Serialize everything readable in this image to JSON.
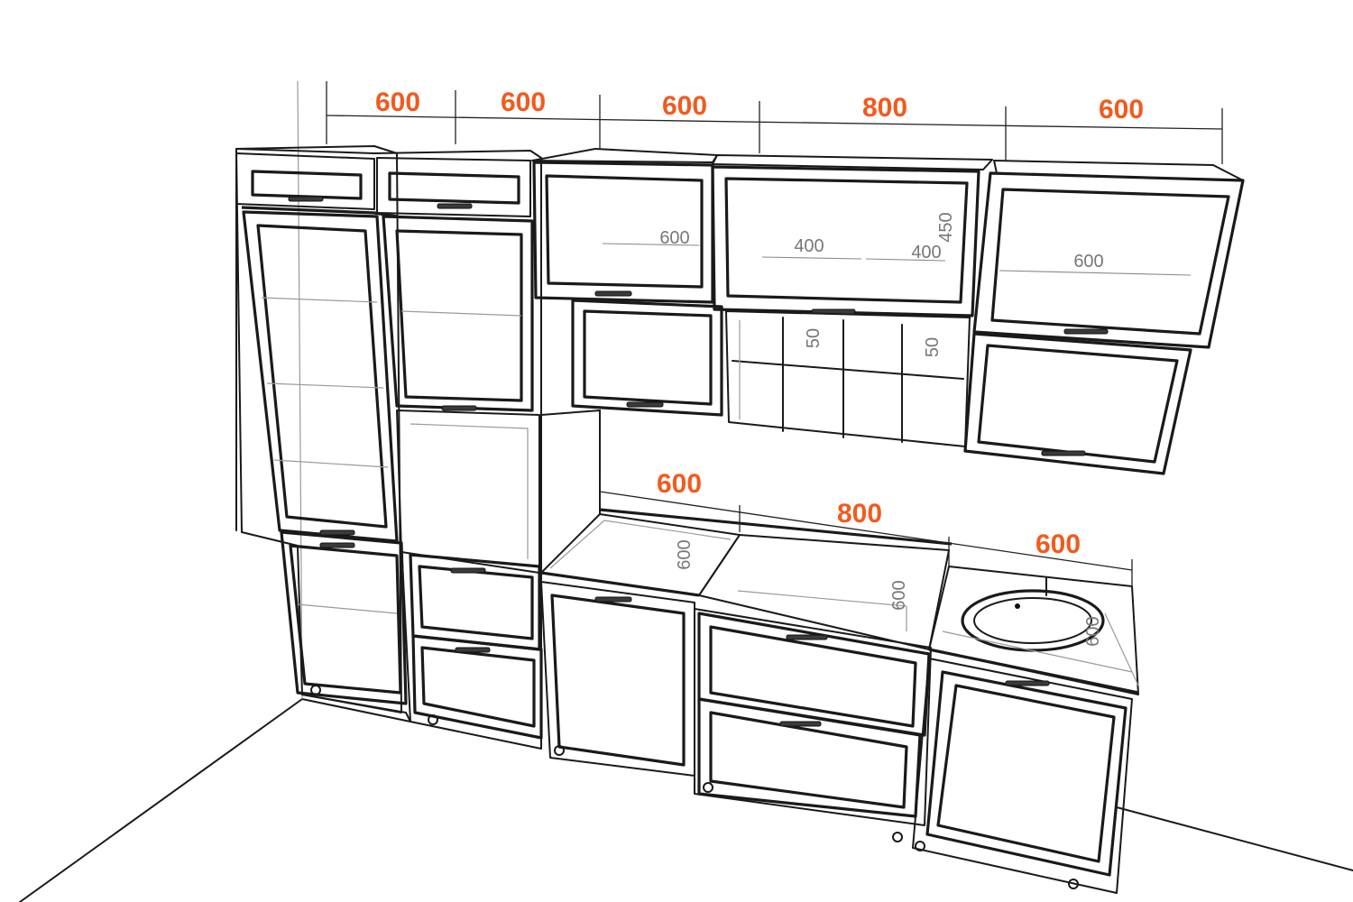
{
  "upper_widths": [
    "600",
    "600",
    "600",
    "800",
    "600"
  ],
  "base_widths": [
    "600",
    "800",
    "600"
  ],
  "inner_dimensions": {
    "upper_door_3": "600",
    "upper_door_4_left": "400",
    "upper_door_4_right": "400",
    "upper_door_4_height": "450",
    "upper_door_5": "600",
    "rack_left": "50",
    "rack_right": "50",
    "counter_depth_1": "600",
    "counter_depth_2": "600",
    "counter_depth_3": "600"
  },
  "colors": {
    "dimension_label": "#f25a1e",
    "line": "#1a1a1a",
    "ghost_line": "#9a9a9a"
  }
}
